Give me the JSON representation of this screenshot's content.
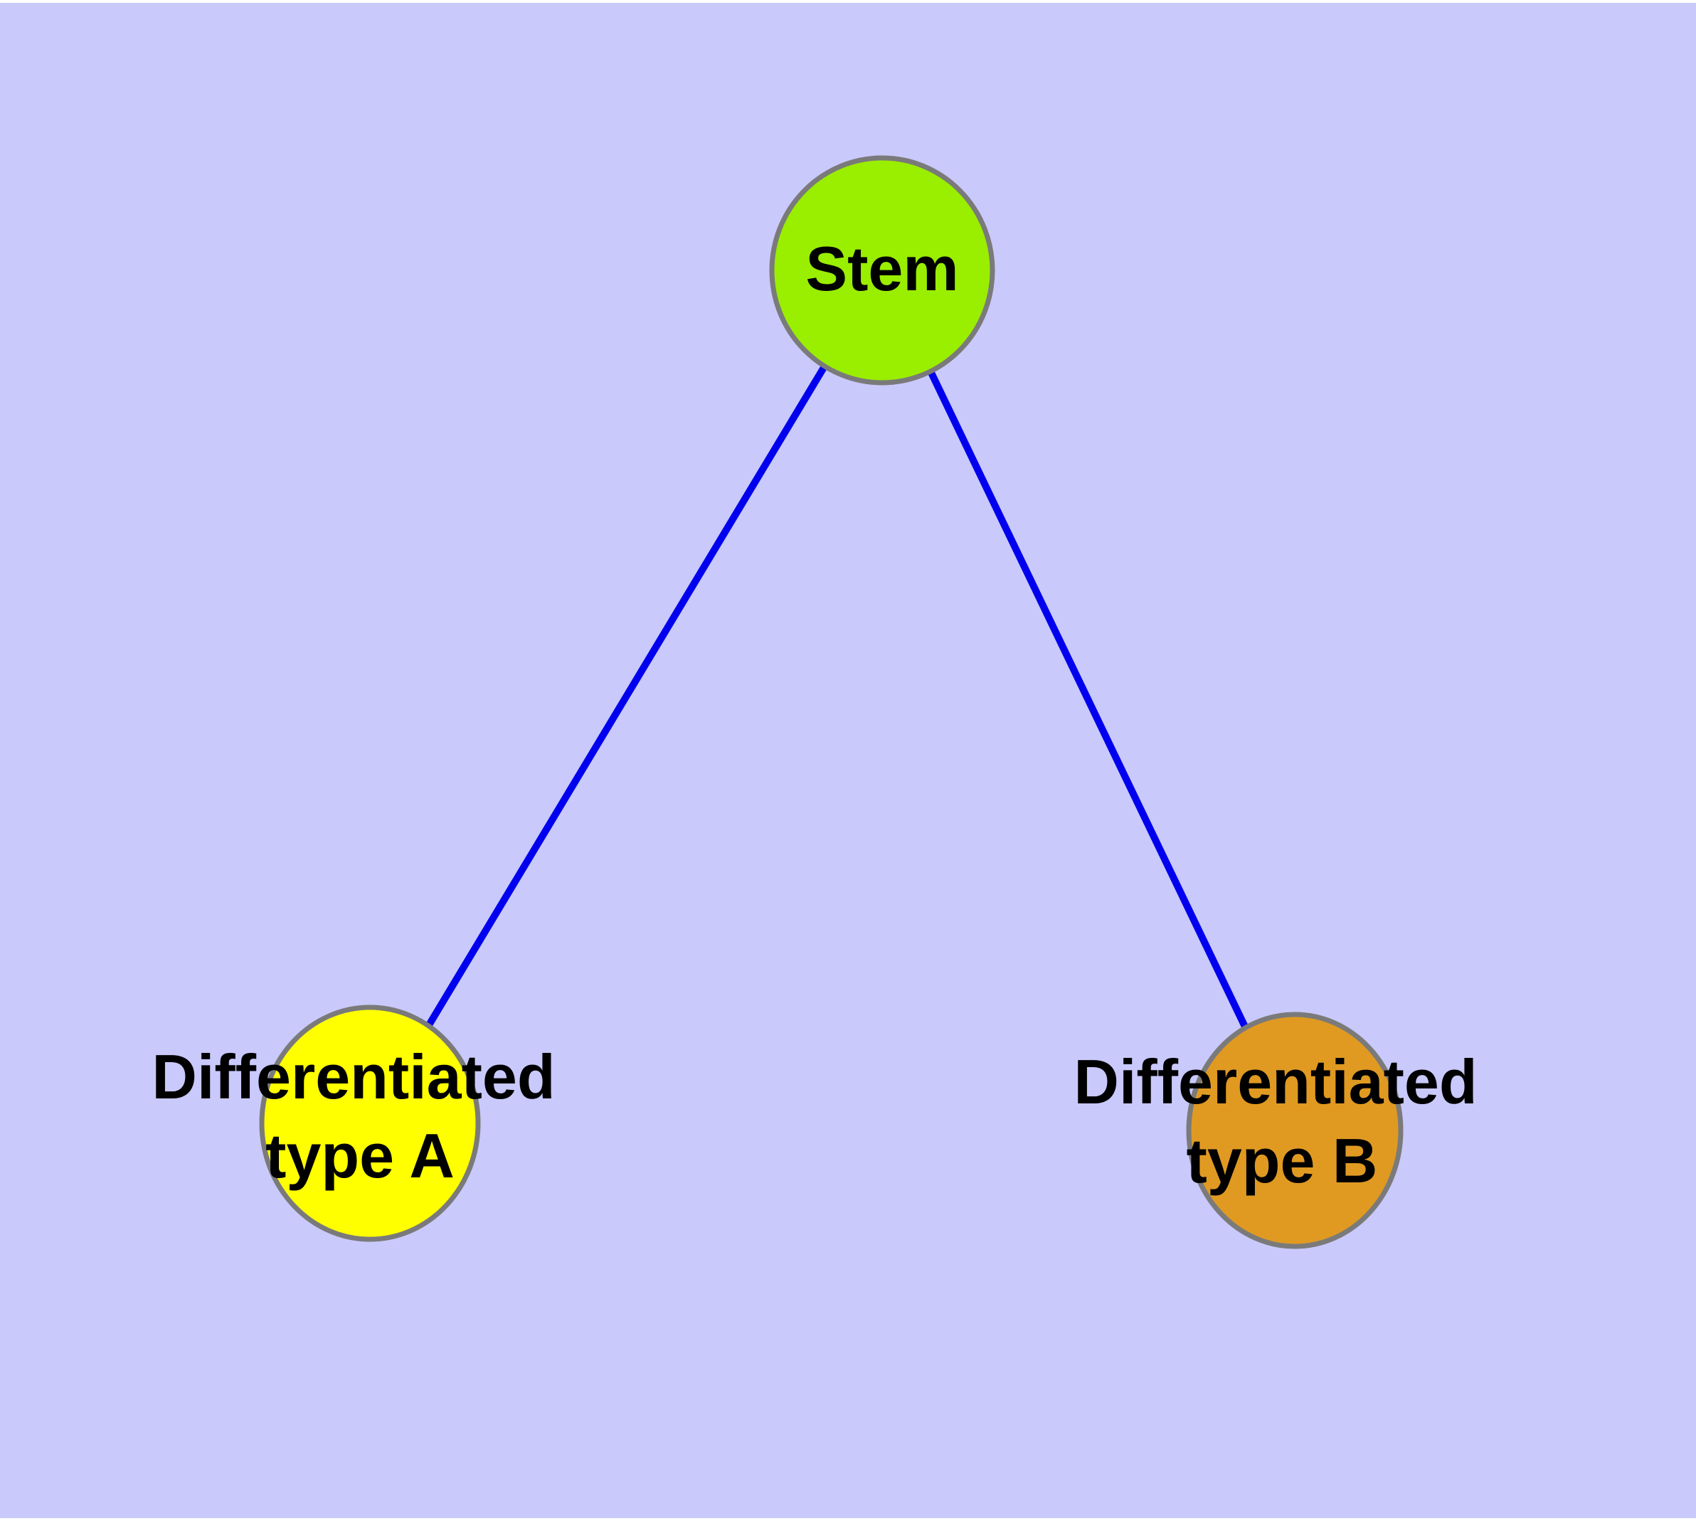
{
  "figure": {
    "background_color": "#c9c9fb",
    "margin_color": "#ffffff"
  },
  "graph": {
    "type": "node-link-diagram",
    "edge_color": "#0000ee",
    "node_border_color": "#7a7a7a",
    "nodes": [
      {
        "id": "stem",
        "label": "Stem",
        "line1": "Stem",
        "line2": "",
        "fill": "#9aee00"
      },
      {
        "id": "differentiated-type-a",
        "label": "Differentiated type A",
        "line1": "Differentiated",
        "line2": "type A",
        "fill": "#ffff00"
      },
      {
        "id": "differentiated-type-b",
        "label": "Differentiated type B",
        "line1": "Differentiated",
        "line2": "type B",
        "fill": "#e09a22"
      }
    ],
    "edges": [
      {
        "from": "stem",
        "to": "differentiated-type-a"
      },
      {
        "from": "stem",
        "to": "differentiated-type-b"
      }
    ]
  }
}
